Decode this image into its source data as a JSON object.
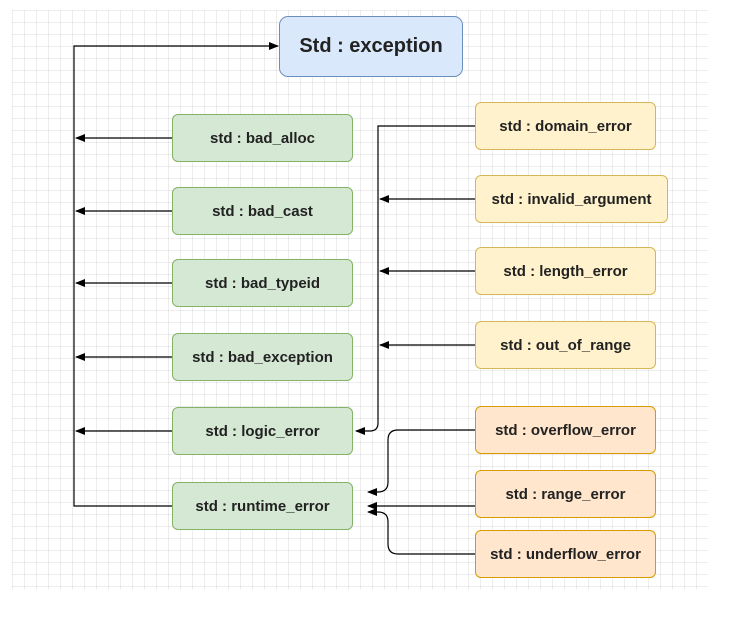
{
  "nodes": {
    "root": "Std : exception",
    "bad_alloc": "std : bad_alloc",
    "bad_cast": "std : bad_cast",
    "bad_typeid": "std : bad_typeid",
    "bad_exception": "std : bad_exception",
    "logic_error": "std : logic_error",
    "runtime_error": "std : runtime_error",
    "domain_error": "std : domain_error",
    "invalid_argument": "std : invalid_argument",
    "length_error": "std : length_error",
    "out_of_range": "std : out_of_range",
    "overflow_error": "std : overflow_error",
    "range_error": "std : range_error",
    "underflow_error": "std : underflow_error"
  },
  "colors": {
    "root_fill": "#dae8fc",
    "base_fill": "#d5e8d4",
    "logic_child_fill": "#fff2cc",
    "runtime_child_fill": "#ffe6cc",
    "edge": "#000000"
  }
}
